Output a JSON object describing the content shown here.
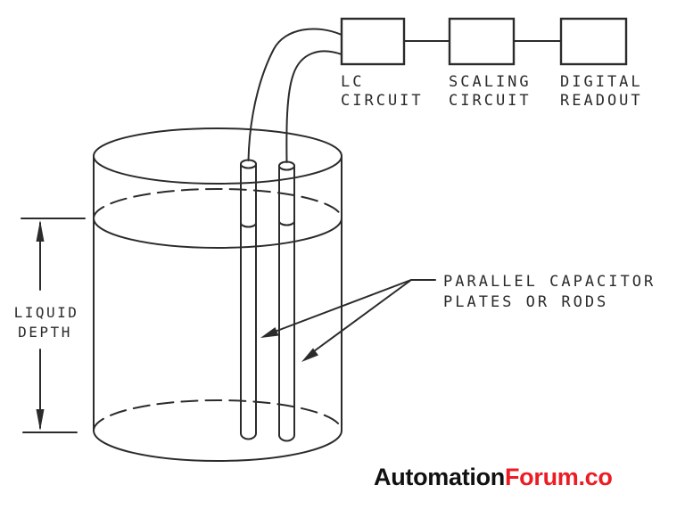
{
  "signal_chain": {
    "boxes": [
      {
        "label_line1": "LC",
        "label_line2": "CIRCUIT"
      },
      {
        "label_line1": "SCALING",
        "label_line2": "CIRCUIT"
      },
      {
        "label_line1": "DIGITAL",
        "label_line2": "READOUT"
      }
    ]
  },
  "annotations": {
    "liquid_depth": {
      "line1": "LIQUID",
      "line2": "DEPTH"
    },
    "capacitor": {
      "line1": "PARALLEL CAPACITOR",
      "line2": "PLATES OR RODS"
    }
  },
  "watermark": {
    "black_part": "Automation",
    "red_part": "Forum.co",
    "red_color": "#ed1c24",
    "black_color": "#111111"
  },
  "colors": {
    "line": "#2b2b2b",
    "background": "#ffffff"
  }
}
